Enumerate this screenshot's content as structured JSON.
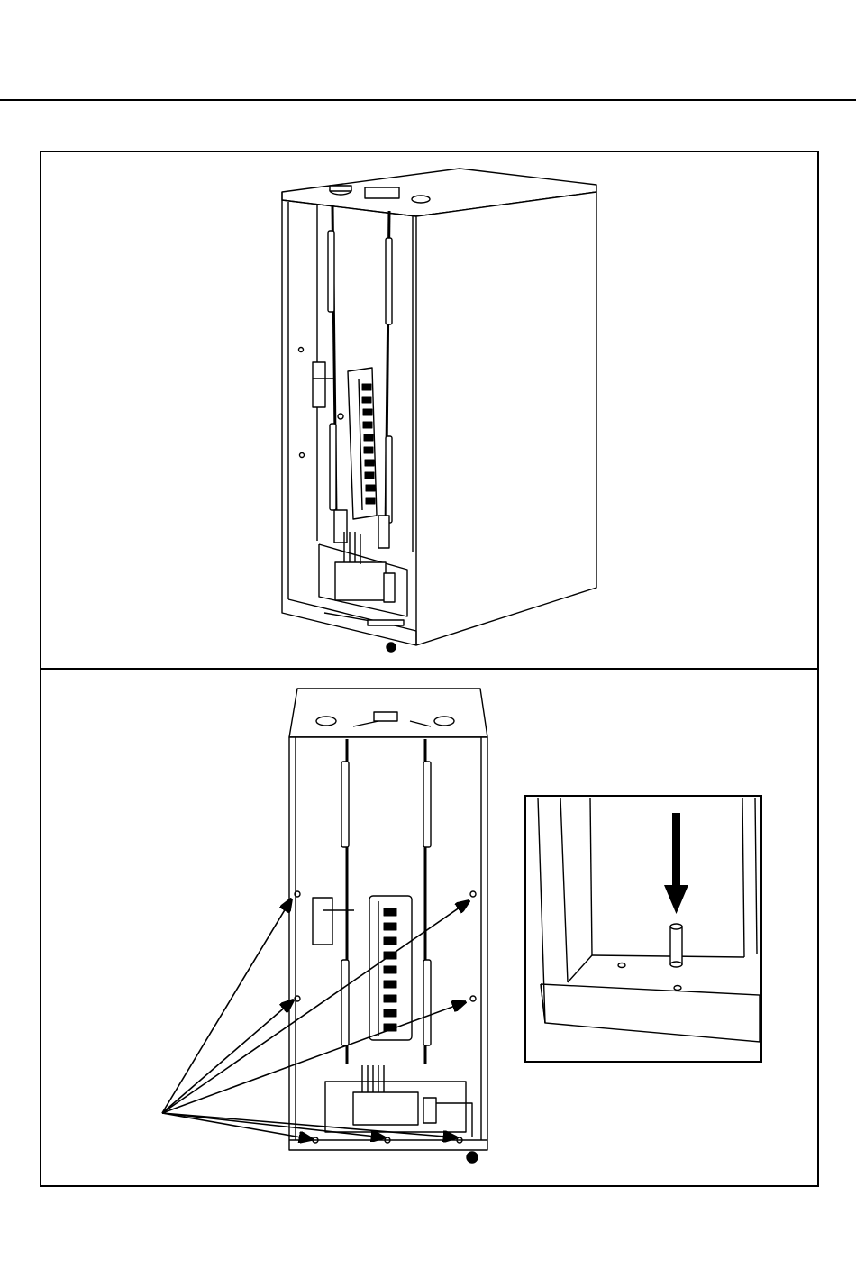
{
  "page": {
    "figures": [
      {
        "name": "cabinet-rear-perspective",
        "view": "perspective"
      },
      {
        "name": "cabinet-rear-front-view",
        "view": "front"
      },
      {
        "name": "guide-pin-detail",
        "view": "detail"
      }
    ],
    "colors": {
      "ink": "#000000",
      "paper": "#ffffff"
    }
  }
}
